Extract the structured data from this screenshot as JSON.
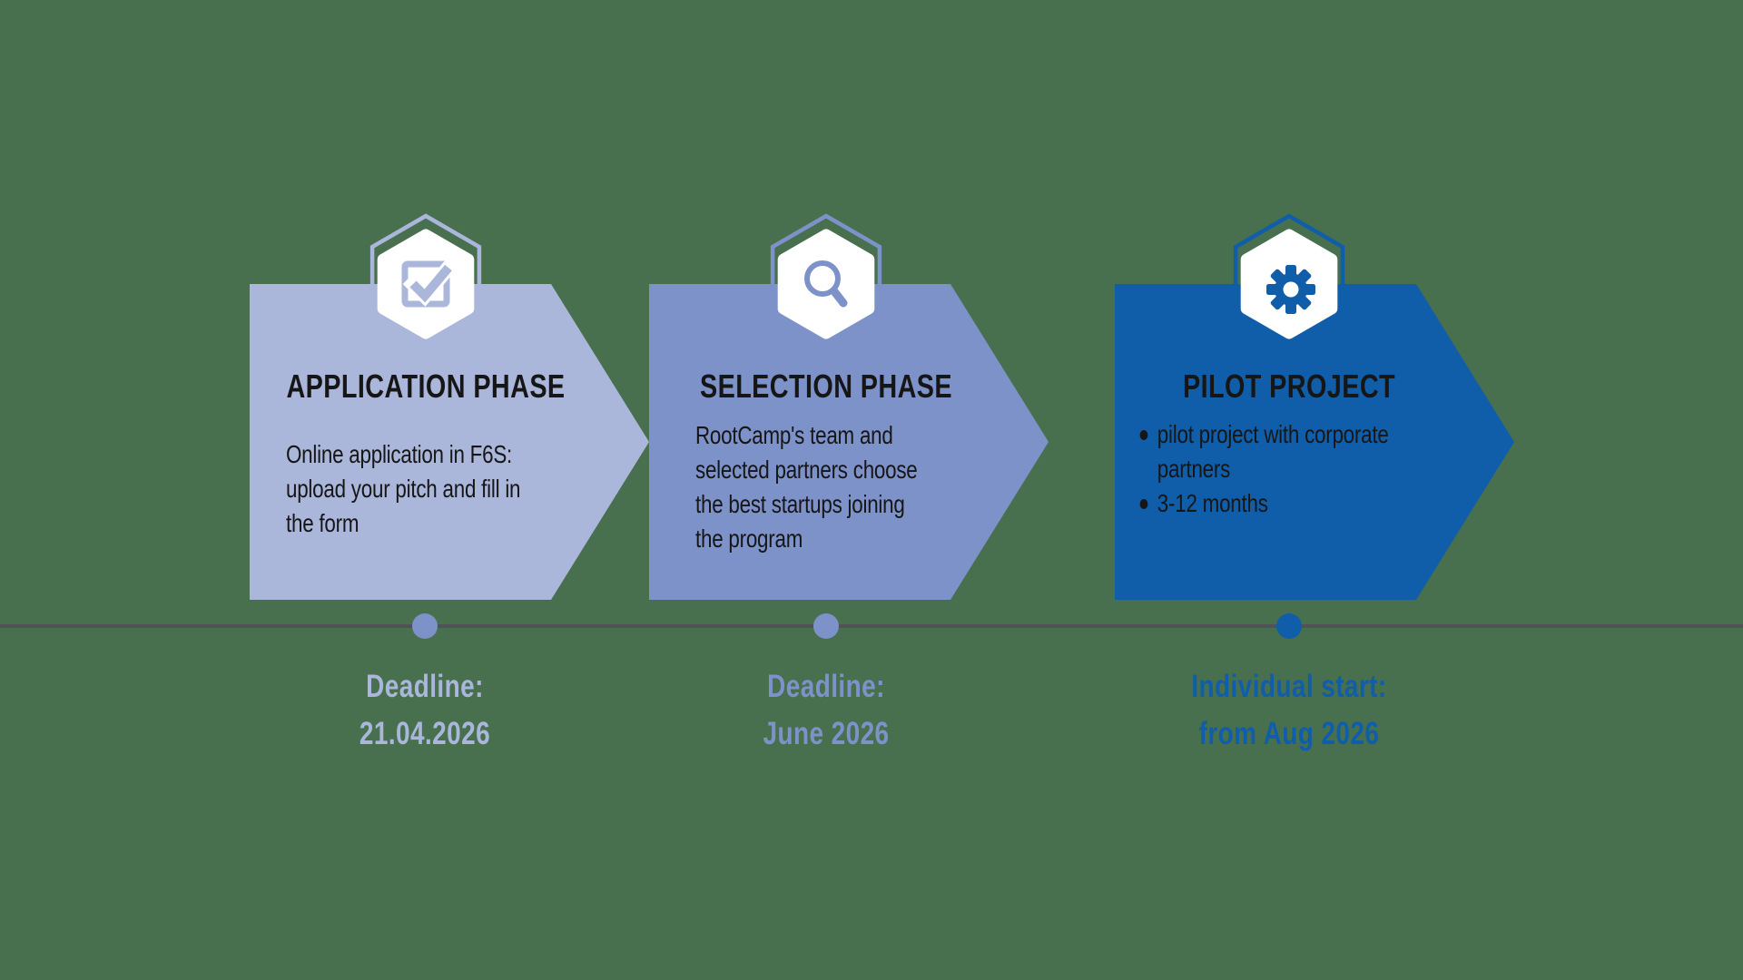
{
  "background_color": "#48704f",
  "text_color": "#161616",
  "timeline": {
    "line_color": "#515257"
  },
  "phases": [
    {
      "title": "APPLICATION PHASE",
      "body": "Online application in F6S:\nupload your pitch and fill in\nthe form",
      "icon": "checkbox-check-icon",
      "arrow_color": "#abb6db",
      "dot_color": "#7d92c9",
      "label_color": "#abb6db",
      "label_line1": "Deadline:",
      "label_line2": "21.04.2026"
    },
    {
      "title": "SELECTION PHASE",
      "body": "RootCamp's team and\nselected partners choose\nthe best startups joining\nthe program",
      "icon": "magnifier-icon",
      "arrow_color": "#7d92c9",
      "dot_color": "#7d92c9",
      "label_color": "#7d92c9",
      "label_line1": "Deadline:",
      "label_line2": "June 2026"
    },
    {
      "title": "PILOT PROJECT",
      "bullets": [
        "pilot project with corporate\npartners",
        "3-12 months"
      ],
      "icon": "gear-icon",
      "arrow_color": "#105ea9",
      "dot_color": "#105ea9",
      "label_color": "#105ea9",
      "label_line1": "Individual start:",
      "label_line2": "from Aug 2026"
    }
  ]
}
